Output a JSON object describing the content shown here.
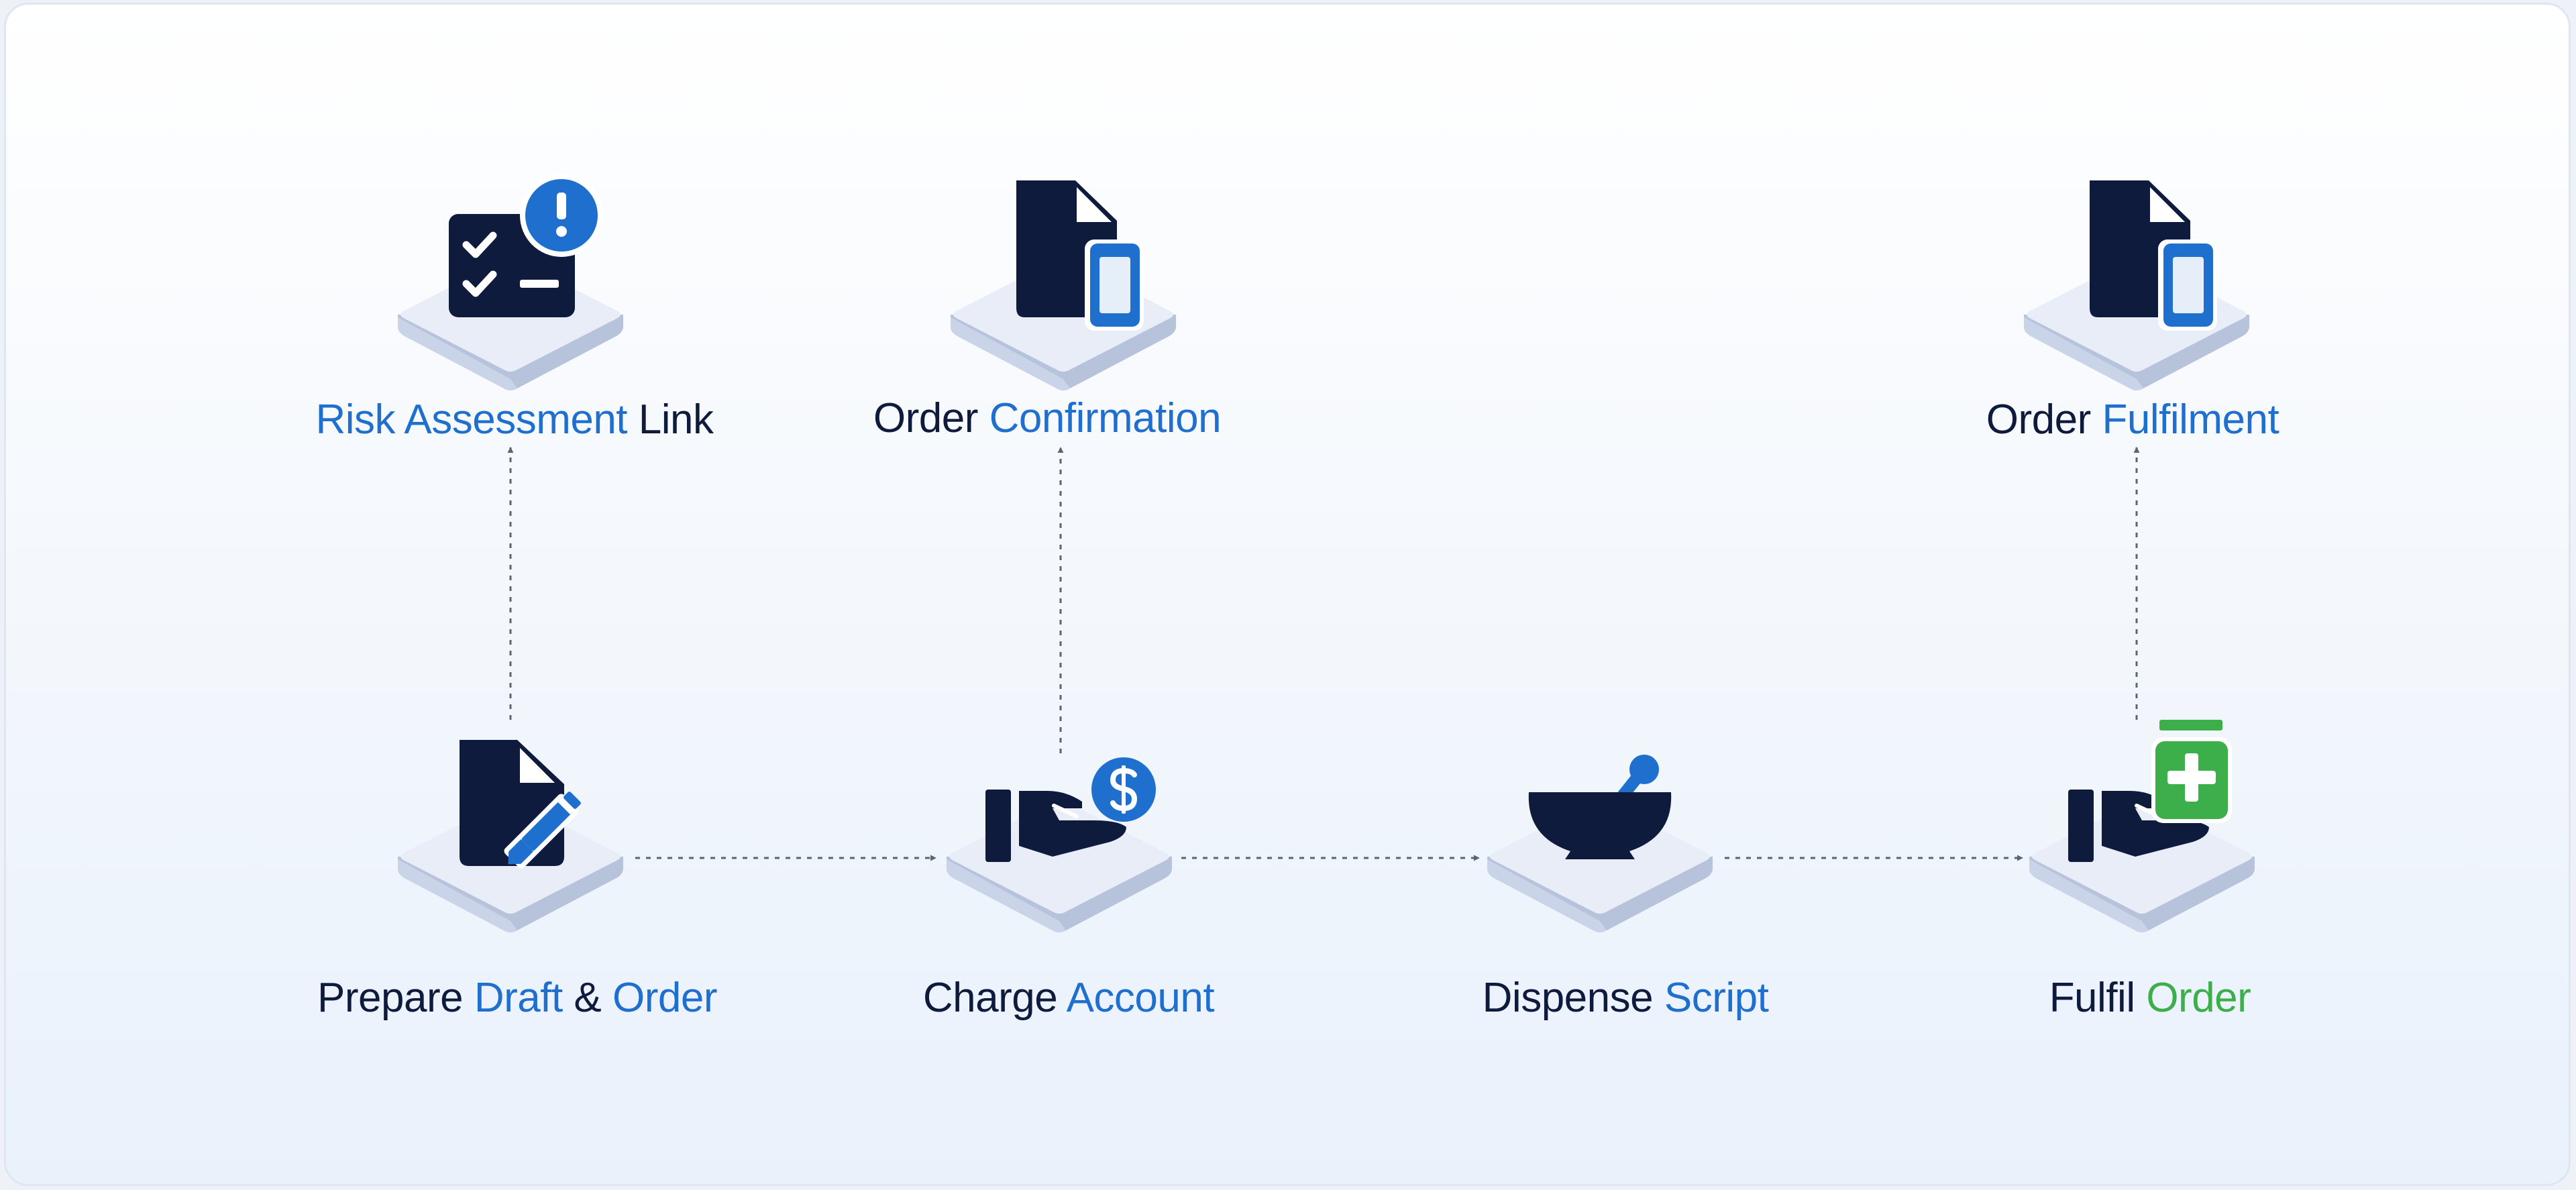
{
  "colors": {
    "dark": "#0f1b3d",
    "blue": "#1f6fcf",
    "green": "#3cae4a",
    "platform_top": "#e9edf7",
    "platform_side": "#c5d0e4",
    "arrow": "#5c6470"
  },
  "nodes": {
    "risk_assessment_link": {
      "icon": "checklist-alert-icon",
      "label": [
        {
          "text": "Risk Assessment",
          "tone": "blue"
        },
        {
          "text": " Link",
          "tone": "dark"
        }
      ]
    },
    "order_confirmation": {
      "icon": "document-phone-icon",
      "label": [
        {
          "text": "Order ",
          "tone": "dark"
        },
        {
          "text": "Confirmation",
          "tone": "blue"
        }
      ]
    },
    "order_fulfilment": {
      "icon": "document-phone-icon",
      "label": [
        {
          "text": "Order ",
          "tone": "dark"
        },
        {
          "text": "Fulfilment",
          "tone": "blue"
        }
      ]
    },
    "prepare_draft_order": {
      "icon": "document-pencil-icon",
      "label": [
        {
          "text": "Prepare ",
          "tone": "dark"
        },
        {
          "text": "Draft",
          "tone": "blue"
        },
        {
          "text": " & ",
          "tone": "dark"
        },
        {
          "text": "Order",
          "tone": "blue"
        }
      ]
    },
    "charge_account": {
      "icon": "hand-dollar-icon",
      "label": [
        {
          "text": "Charge ",
          "tone": "dark"
        },
        {
          "text": "Account",
          "tone": "blue"
        }
      ]
    },
    "dispense_script": {
      "icon": "mortar-pestle-icon",
      "label": [
        {
          "text": "Dispense ",
          "tone": "dark"
        },
        {
          "text": "Script",
          "tone": "blue"
        }
      ]
    },
    "fulfil_order": {
      "icon": "hand-medicine-icon",
      "label": [
        {
          "text": "Fulfil ",
          "tone": "dark"
        },
        {
          "text": "Order",
          "tone": "green"
        }
      ]
    }
  },
  "edges": [
    {
      "from": "prepare_draft_order",
      "to": "charge_account"
    },
    {
      "from": "charge_account",
      "to": "dispense_script"
    },
    {
      "from": "dispense_script",
      "to": "fulfil_order"
    },
    {
      "from": "prepare_draft_order",
      "to": "risk_assessment_link"
    },
    {
      "from": "charge_account",
      "to": "order_confirmation"
    },
    {
      "from": "fulfil_order",
      "to": "order_fulfilment"
    }
  ]
}
